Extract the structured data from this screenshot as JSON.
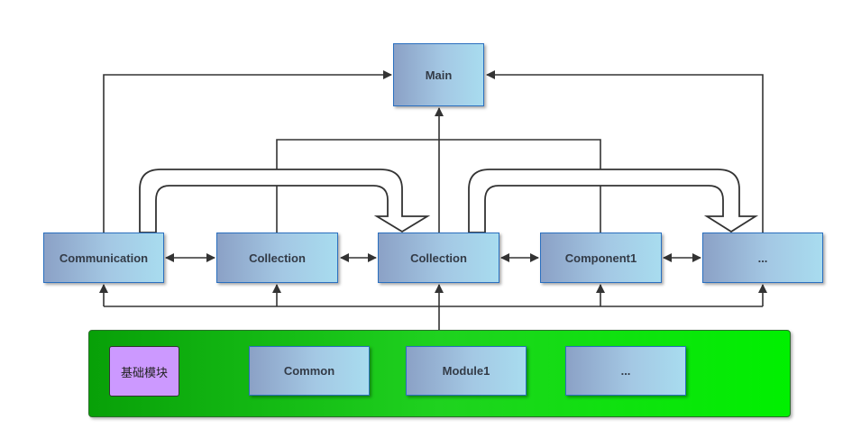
{
  "diagram": {
    "main": {
      "label": "Main"
    },
    "modules": [
      {
        "label": "Communication"
      },
      {
        "label": "Collection"
      },
      {
        "label": "Collection"
      },
      {
        "label": "Component1"
      },
      {
        "label": "..."
      }
    ],
    "base_layer": {
      "title": "基础模块",
      "items": [
        {
          "label": "Common"
        },
        {
          "label": "Module1"
        },
        {
          "label": "..."
        }
      ]
    },
    "colors": {
      "box_gradient_start": "#8ba1c6",
      "box_gradient_end": "#a8dcef",
      "box_border": "#2a6fbf",
      "base_panel": "#22cc22",
      "base_label_fill": "#cc99ff",
      "connector": "#333333"
    }
  }
}
